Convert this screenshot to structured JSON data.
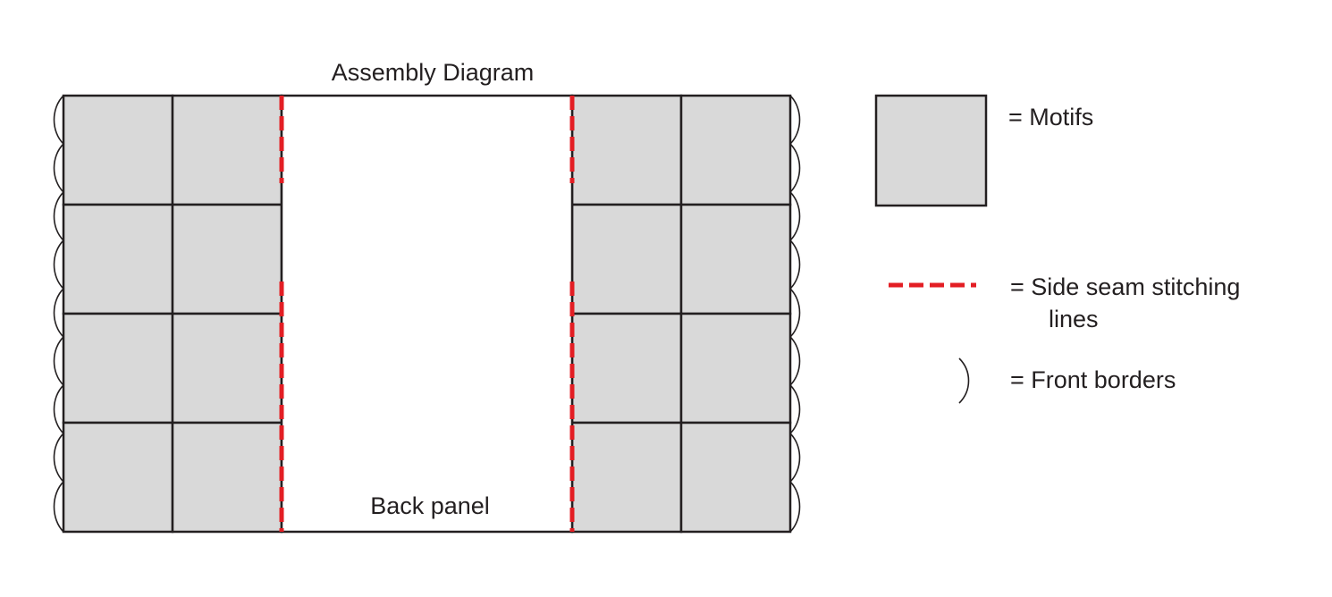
{
  "title": "Assembly Diagram",
  "back_panel_label": "Back panel",
  "legend": {
    "motifs": "= Motifs",
    "seam_line1": "= Side seam stitching",
    "seam_line2": "lines",
    "borders": "= Front  borders"
  },
  "colors": {
    "motif_fill": "#d9d9d9",
    "outline": "#231f20",
    "seam": "#e31e24"
  }
}
